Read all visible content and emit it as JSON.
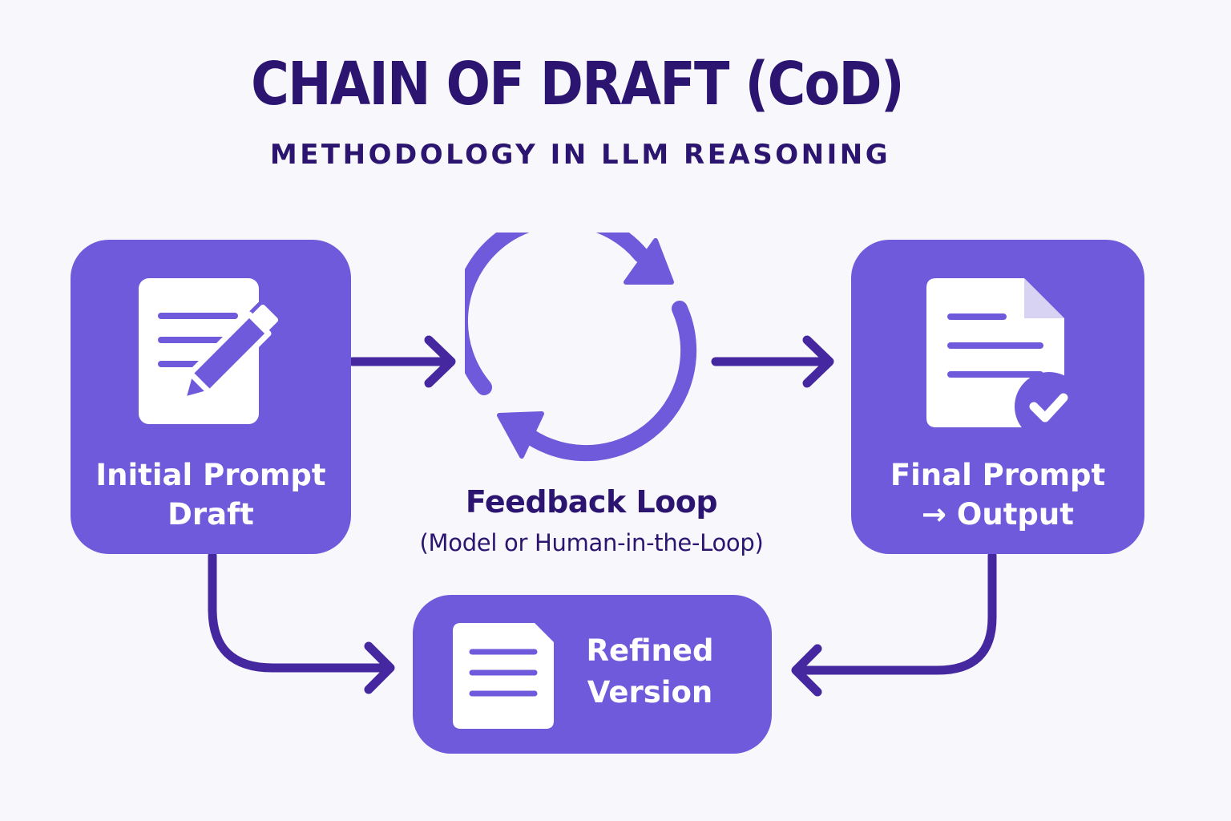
{
  "header": {
    "title": "CHAIN OF DRAFT (CoD)",
    "subtitle": "METHODOLOGY IN LLM REASONING"
  },
  "nodes": {
    "initial": {
      "line1": "Initial Prompt",
      "line2": "Draft",
      "icon": "document-pencil-icon"
    },
    "feedback": {
      "title": "Feedback Loop",
      "subtitle": "(Model or Human-in-the-Loop)",
      "icon": "cycle-arrows-icon"
    },
    "final": {
      "line1": "Final Prompt",
      "line2": "→ Output",
      "icon": "document-check-icon"
    },
    "refined": {
      "line1": "Refined",
      "line2": "Version",
      "icon": "document-icon"
    }
  },
  "colors": {
    "box": "#6e5adb",
    "arrow": "#4527a0",
    "cycle": "#6e5adb",
    "text_dark": "#2b1570",
    "background": "#f8f7fb"
  }
}
